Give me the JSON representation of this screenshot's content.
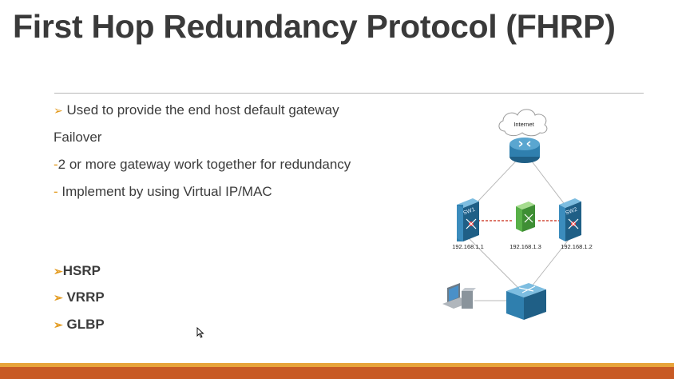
{
  "slide": {
    "title": "First Hop Redundancy Protocol (FHRP)",
    "bullets": {
      "b1": "Used to provide the end host default gateway",
      "b2": "Failover",
      "b3": "2 or more gateway work together for redundancy",
      "b4": "Implement by using Virtual IP/MAC"
    },
    "protocols": [
      "HSRP",
      "VRRP",
      "GLBP"
    ]
  },
  "diagram": {
    "internet_label": "Internet",
    "sw1_label": "SW1",
    "sw2_label": "SW2",
    "sw1_ip": "192.168.1.1",
    "sw3_ip": "192.168.1.3",
    "sw2_ip": "192.168.1.2"
  },
  "colors": {
    "accent": "#e39a1e",
    "bar_dark": "#c85a24",
    "bar_light": "#e8a43a",
    "device_blue": "#2f7fae",
    "device_green": "#58b048"
  }
}
